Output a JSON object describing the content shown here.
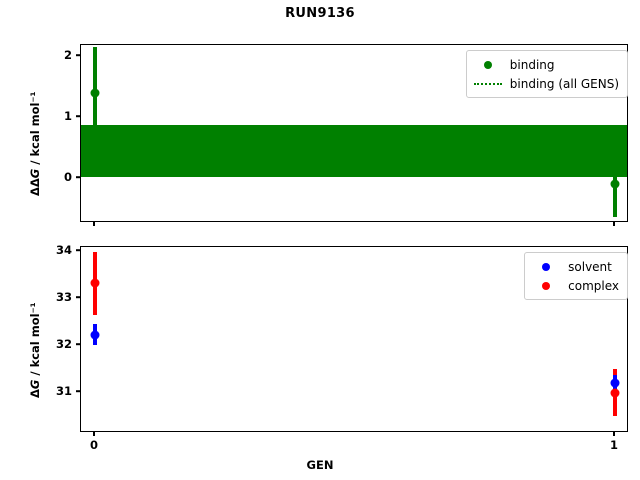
{
  "title": "RUN9136",
  "xlabel": "GEN",
  "panels": {
    "top": {
      "ylabel_html": "ΔΔ<i>G</i> / kcal mol⁻¹",
      "ylabel_text": "ΔΔG / kcal mol⁻¹",
      "yticks": [
        "2",
        "1",
        "0"
      ],
      "legend": [
        {
          "label": "binding",
          "key": "dot",
          "color": "#008000"
        },
        {
          "label": "binding (all GENS)",
          "key": "dotted-line",
          "color": "#008000"
        }
      ]
    },
    "bottom": {
      "ylabel_html": "Δ<i>G</i> / kcal mol⁻¹",
      "ylabel_text": "ΔG / kcal mol⁻¹",
      "yticks": [
        "34",
        "33",
        "32",
        "31"
      ],
      "legend": [
        {
          "label": "solvent",
          "key": "dot",
          "color": "#0000ff"
        },
        {
          "label": "complex",
          "key": "dot",
          "color": "#ff0000"
        }
      ]
    }
  },
  "xticks": [
    "0",
    "1"
  ],
  "colors": {
    "binding": "#008000",
    "solvent": "#0000ff",
    "complex": "#ff0000",
    "axis": "#000000",
    "background": "#ffffff"
  },
  "chart_data": [
    {
      "type": "scatter",
      "panel": "top",
      "title": "RUN9136",
      "xlabel": "GEN",
      "ylabel": "ΔΔG / kcal mol⁻¹",
      "x": [
        0,
        1
      ],
      "xticklabels": [
        "0",
        "1"
      ],
      "xlim": [
        -0.05,
        1.05
      ],
      "ylim": [
        -0.85,
        2.2
      ],
      "yticks": [
        2,
        1,
        0
      ],
      "grid": false,
      "legend_position": "upper right",
      "series": [
        {
          "name": "binding",
          "color": "#008000",
          "marker": "o",
          "values": [
            1.32,
            -0.25
          ],
          "yerr_low": [
            0.74,
            0.35
          ],
          "yerr_high": [
            0.73,
            1.05
          ],
          "err_low_abs": [
            0.58,
            -0.6
          ],
          "err_high_abs": [
            2.05,
            0.8
          ]
        },
        {
          "name": "binding (all GENS)",
          "color": "#008000",
          "linestyle": "dotted",
          "band_type": "horizontal-span",
          "band_low": -0.02,
          "band_high": 0.78,
          "band_center": 0.38
        }
      ]
    },
    {
      "type": "scatter",
      "panel": "bottom",
      "xlabel": "GEN",
      "ylabel": "ΔG / kcal mol⁻¹",
      "x": [
        0,
        1
      ],
      "xticklabels": [
        "0",
        "1"
      ],
      "xlim": [
        -0.05,
        1.05
      ],
      "ylim": [
        30.25,
        34.3
      ],
      "yticks": [
        34,
        33,
        32,
        31
      ],
      "grid": false,
      "legend_position": "upper right",
      "series": [
        {
          "name": "solvent",
          "color": "#0000ff",
          "marker": "o",
          "values": [
            31.97,
            31.12
          ],
          "yerr_low": [
            0.22,
            0.18
          ],
          "yerr_high": [
            0.23,
            0.18
          ],
          "err_low_abs": [
            31.75,
            30.94
          ],
          "err_high_abs": [
            32.2,
            31.3
          ]
        },
        {
          "name": "complex",
          "color": "#ff0000",
          "marker": "o",
          "values": [
            33.3,
            30.88
          ],
          "yerr_low": [
            0.65,
            0.48
          ],
          "yerr_high": [
            0.68,
            0.52
          ],
          "err_low_abs": [
            32.65,
            30.4
          ],
          "err_high_abs": [
            33.98,
            31.4
          ]
        }
      ]
    }
  ]
}
